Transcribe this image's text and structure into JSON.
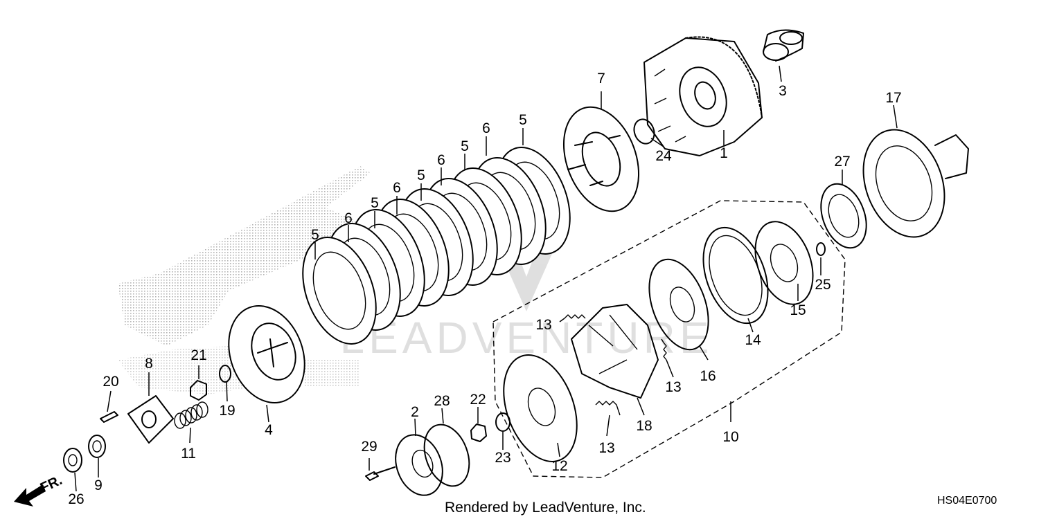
{
  "labels": {
    "p1": "1",
    "p2": "2",
    "p3": "3",
    "p4": "4",
    "p5a": "5",
    "p5b": "5",
    "p5c": "5",
    "p5d": "5",
    "p5e": "5",
    "p6a": "6",
    "p6b": "6",
    "p6c": "6",
    "p6d": "6",
    "p7": "7",
    "p8": "8",
    "p9": "9",
    "p10": "10",
    "p11": "11",
    "p12": "12",
    "p13a": "13",
    "p13b": "13",
    "p13c": "13",
    "p14": "14",
    "p15": "15",
    "p16": "16",
    "p17": "17",
    "p18": "18",
    "p19": "19",
    "p20": "20",
    "p21": "21",
    "p22": "22",
    "p23": "23",
    "p24": "24",
    "p25": "25",
    "p26": "26",
    "p27": "27",
    "p28": "28",
    "p29": "29"
  },
  "direction": "FR.",
  "footer": "Rendered by LeadVenture, Inc.",
  "diagram_code": "HS04E0700",
  "watermark": "LEADVENTURE",
  "colors": {
    "line": "#000000",
    "background": "#ffffff",
    "stipple": "#b0b0b0",
    "watermark": "#e6e6e6"
  }
}
